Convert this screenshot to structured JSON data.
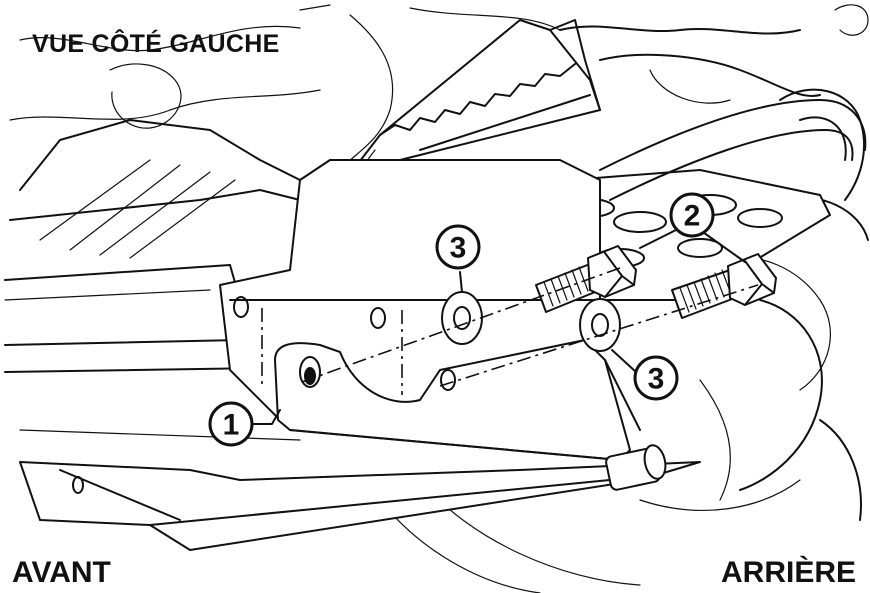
{
  "labels": {
    "view_title": "VUE CÔTÉ GAUCHE",
    "front": "AVANT",
    "rear": "ARRIÈRE"
  },
  "callouts": [
    {
      "id": "callout-1",
      "number": "1"
    },
    {
      "id": "callout-2",
      "number": "2"
    },
    {
      "id": "callout-3-top",
      "number": "3"
    },
    {
      "id": "callout-3-bottom",
      "number": "3"
    }
  ]
}
